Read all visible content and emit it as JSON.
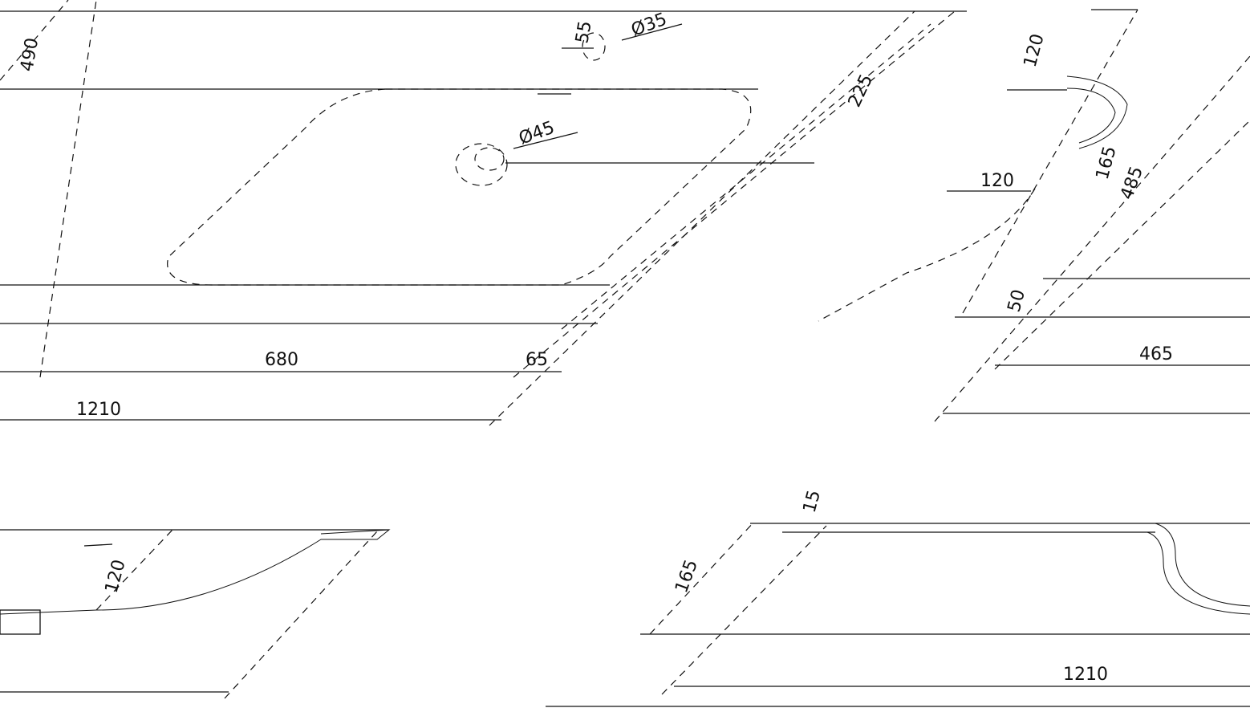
{
  "drawing": {
    "top_view": {
      "dims": {
        "left_height": "490",
        "tap_offset": "55",
        "tap_hole": "Ø35",
        "depth": "225",
        "drain": "Ø45",
        "bowl_width": "680",
        "edge": "65",
        "total_width": "1210"
      }
    },
    "side_section": {
      "dims": {
        "rim": "120",
        "ledge": "120",
        "bowl_depth": "165",
        "total_depth": "485",
        "lip": "50",
        "width": "465"
      }
    },
    "front_section_left": {
      "dims": {
        "rim": "120"
      }
    },
    "front_section_right": {
      "dims": {
        "rim_thickness": "15",
        "depth": "165",
        "width": "1210"
      }
    }
  }
}
